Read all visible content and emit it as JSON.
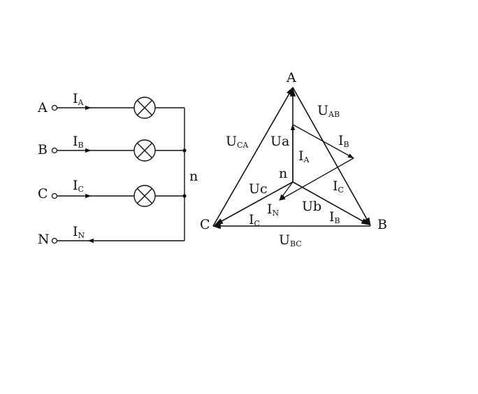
{
  "circuit": {
    "lines": [
      {
        "terminal": "A",
        "current": "I",
        "current_sub": "A",
        "has_lamp": true
      },
      {
        "terminal": "B",
        "current": "I",
        "current_sub": "B",
        "has_lamp": true
      },
      {
        "terminal": "C",
        "current": "I",
        "current_sub": "C",
        "has_lamp": true
      },
      {
        "terminal": "N",
        "current": "I",
        "current_sub": "N",
        "has_lamp": false
      }
    ],
    "neutral_label": "n"
  },
  "phasor": {
    "vertices": {
      "a": "A",
      "b": "B",
      "c": "C",
      "n": "n"
    },
    "line_voltages": {
      "ab": {
        "main": "U",
        "sub": "AB"
      },
      "bc": {
        "main": "U",
        "sub": "BC"
      },
      "ca": {
        "main": "U",
        "sub": "CA"
      }
    },
    "phase_voltages": {
      "a": "Ua",
      "b": "Ub",
      "c": "Uc"
    },
    "currents": {
      "ia": {
        "main": "I",
        "sub": "A"
      },
      "ib_top": {
        "main": "I",
        "sub": "B"
      },
      "ic_right": {
        "main": "I",
        "sub": "C"
      },
      "in": {
        "main": "I",
        "sub": "N"
      },
      "ic_bottom": {
        "main": "I",
        "sub": "C"
      },
      "ib_bottom": {
        "main": "I",
        "sub": "B"
      }
    }
  }
}
